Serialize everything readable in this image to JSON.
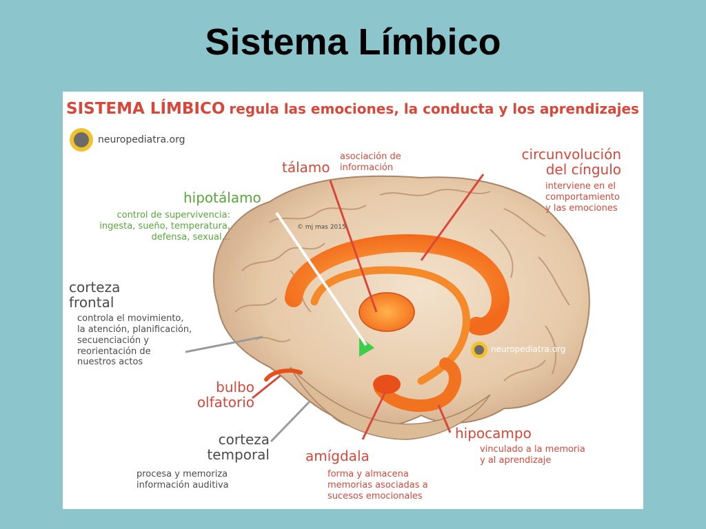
{
  "slide": {
    "title": "Sistema Límbico"
  },
  "figure": {
    "header_title": "SISTEMA LÍMBICO",
    "header_tagline": "regula las emociones, la conducta y los aprendizajes",
    "brand": "neuropediatra.org",
    "watermark_brand": "neuropediatra.org",
    "copyright": "© mj mas 2015",
    "labels": {
      "talamo": {
        "name": "tálamo",
        "desc": [
          "asociación de",
          "información"
        ]
      },
      "cingulo": {
        "name": [
          "circunvolución",
          "del cíngulo"
        ],
        "desc": [
          "interviene en el",
          "comportamiento",
          "y las emociones"
        ]
      },
      "hipotalamo": {
        "name": "hipotálamo",
        "desc": [
          "control de supervivencia:",
          "ingesta, sueño, temperatura,",
          "defensa, sexual..."
        ]
      },
      "corteza_frontal": {
        "name": [
          "corteza",
          "frontal"
        ],
        "desc": [
          "controla el movimiento,",
          "la atención, planificación,",
          "secuenciación y",
          "reorientación de",
          "nuestros actos"
        ]
      },
      "bulbo": {
        "name": [
          "bulbo",
          "olfatorio"
        ]
      },
      "corteza_temporal": {
        "name": [
          "corteza",
          "temporal"
        ],
        "desc": [
          "procesa y memoriza",
          "información auditiva"
        ]
      },
      "amigdala": {
        "name": "amígdala",
        "desc": [
          "forma y almacena",
          "memorias asociadas a",
          "sucesos emocionales"
        ]
      },
      "hipocampo": {
        "name": "hipocampo",
        "desc": [
          "vinculado a la memoria",
          "y al aprendizaje"
        ]
      }
    },
    "colors": {
      "background": "#8cc5cc",
      "label_red": "#d8473a",
      "label_green": "#57a83a",
      "brain_tissue": "#ead2b5",
      "limbic_orange": "#f26a1b"
    }
  }
}
